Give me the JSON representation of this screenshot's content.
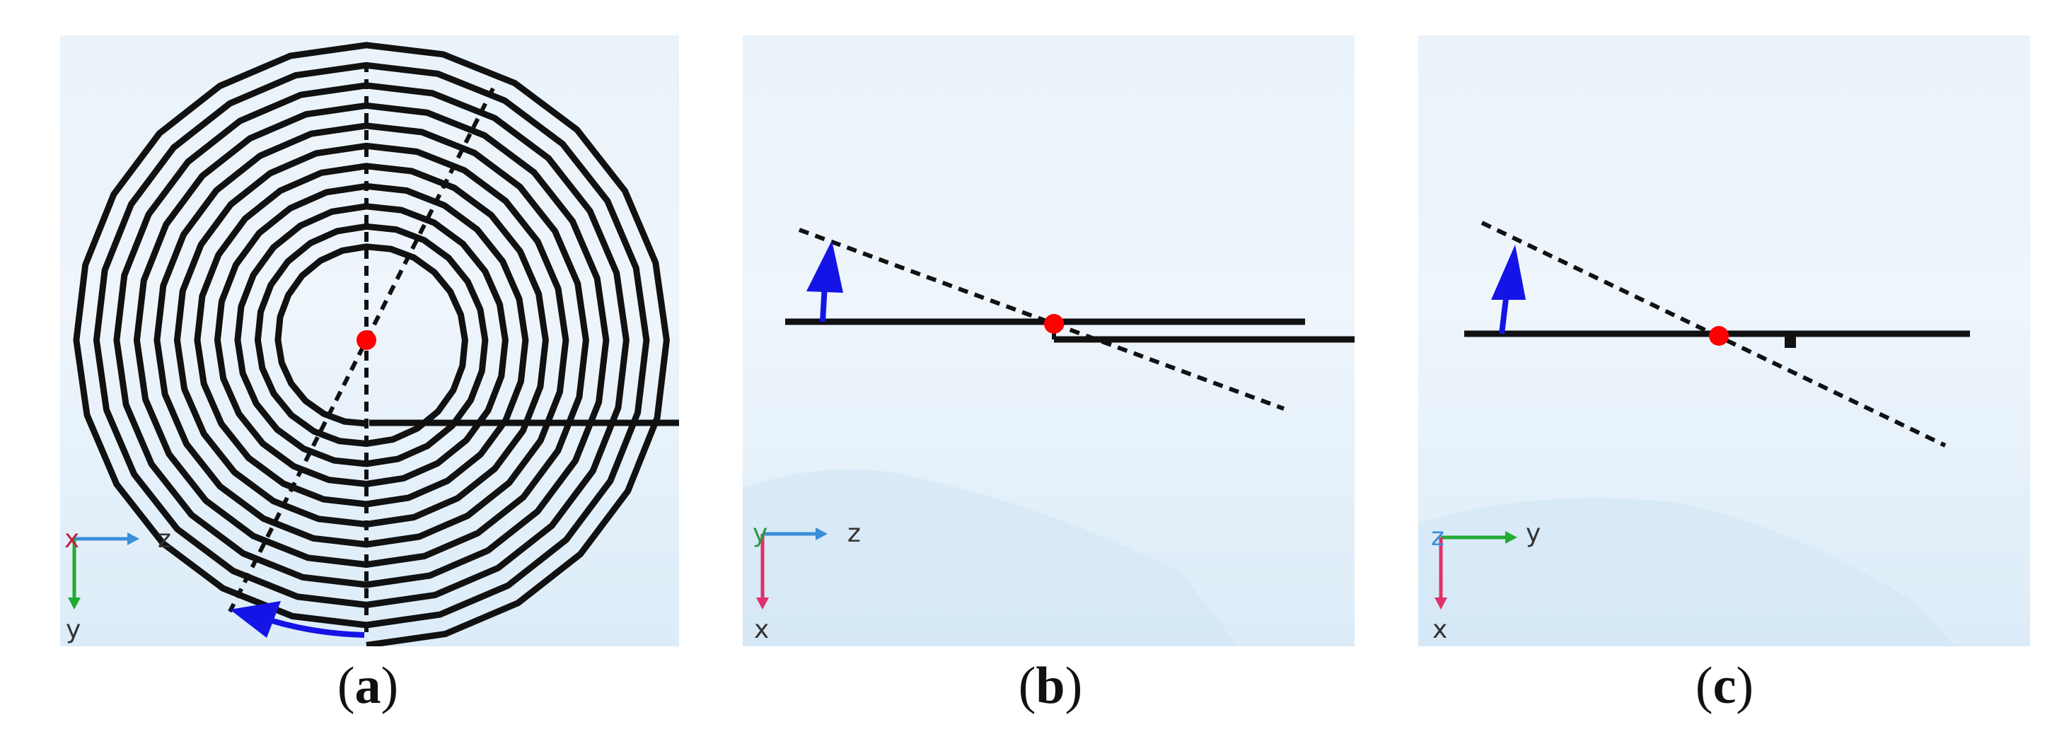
{
  "panels": [
    {
      "caption": {
        "open": "(",
        "letter": "a",
        "close": ")"
      },
      "triad": {
        "out_of_plane": "x",
        "horizontal": "z",
        "vertical": "y"
      }
    },
    {
      "caption": {
        "open": "(",
        "letter": "b",
        "close": ")"
      },
      "triad": {
        "out_of_plane": "y",
        "horizontal": "z",
        "vertical": "x"
      }
    },
    {
      "caption": {
        "open": "(",
        "letter": "c",
        "close": ")"
      },
      "triad": {
        "out_of_plane": "z",
        "horizontal": "y",
        "vertical": "x"
      }
    }
  ],
  "colors": {
    "coil": "#111111",
    "pivot_point": "#ff0000",
    "rotation_arrow": "#1414e6",
    "axis_z_blue": "#3a8fd8",
    "axis_y_green": "#22aa33",
    "axis_x_pink": "#e0306a",
    "background": "#eaf3fa"
  },
  "icons": {
    "pivot": "red-dot",
    "rotation": "curved-blue-arrow"
  }
}
